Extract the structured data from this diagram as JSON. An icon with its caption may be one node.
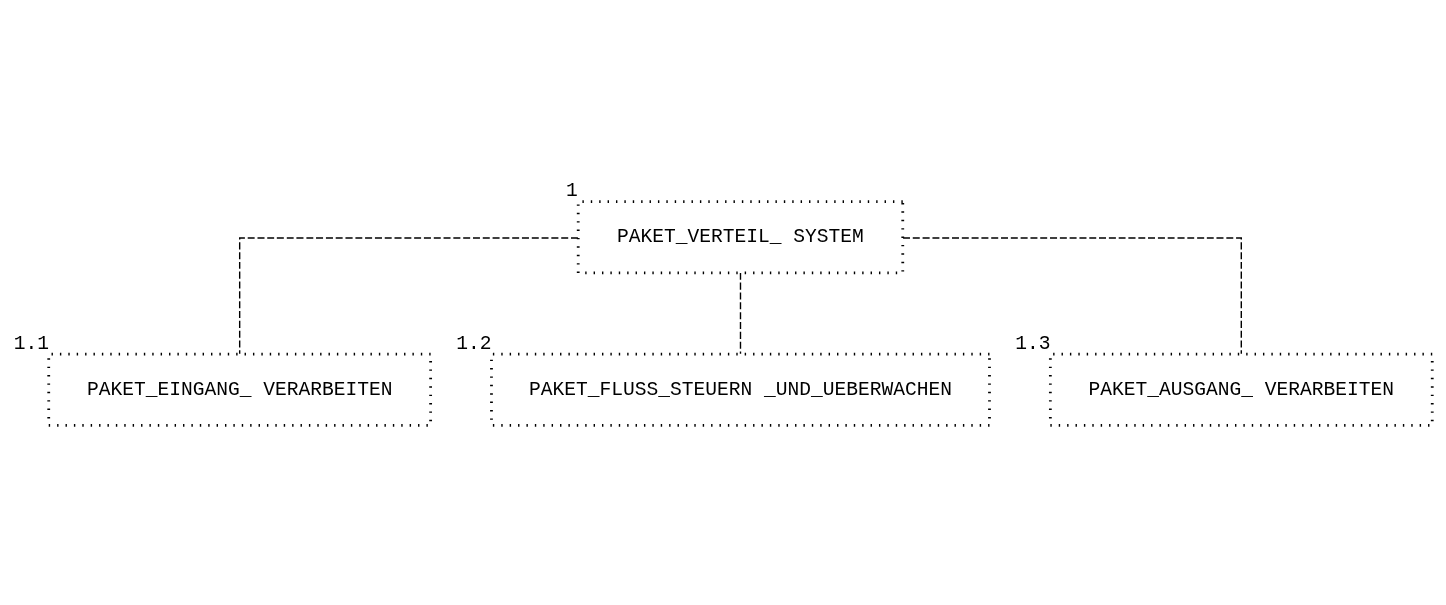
{
  "diagram": {
    "nodes": [
      {
        "text": [
          "PAKET_VERTEIL_ SYSTEM"
        ],
        "beside": [
          "1"
        ]
      },
      {
        "text": [
          "PAKET_EINGANG_ VERARBEITEN"
        ],
        "beside": [
          "1.1"
        ]
      },
      {
        "text": [
          "PAKET_FLUSS_STEUERN _UND_UEBERWACHEN"
        ],
        "beside": [
          "1.2"
        ]
      },
      {
        "text": [
          "PAKET_AUSGANG_ VERARBEITEN"
        ],
        "beside": [
          "1.3"
        ]
      }
    ],
    "edges": [
      {
        "from": 0,
        "to": 1,
        "arrow": "none",
        "style": "dashed"
      },
      {
        "from": 0,
        "to": 2,
        "arrow": "none",
        "style": "dashed"
      },
      {
        "from": 0,
        "to": 3,
        "arrow": "none",
        "style": "dashed"
      }
    ]
  }
}
